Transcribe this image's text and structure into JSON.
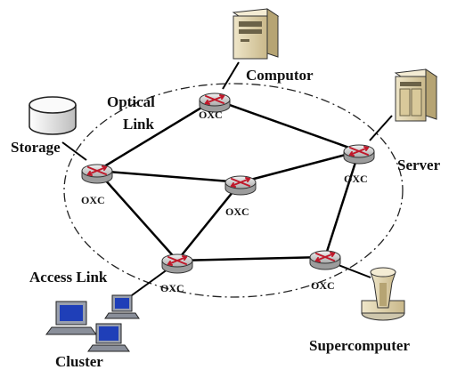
{
  "labels": {
    "optical_link_line1": "Optical",
    "optical_link_line2": "Link",
    "access_link": "Access Link",
    "storage": "Storage",
    "computor": "Computor",
    "server": "Server",
    "supercomputer": "Supercomputer",
    "cluster": "Cluster",
    "oxc": "OXC"
  },
  "nodes": [
    {
      "id": "oxc-top",
      "label": "OXC"
    },
    {
      "id": "oxc-left",
      "label": "OXC"
    },
    {
      "id": "oxc-center",
      "label": "OXC"
    },
    {
      "id": "oxc-right",
      "label": "OXC"
    },
    {
      "id": "oxc-bottom-left",
      "label": "OXC"
    },
    {
      "id": "oxc-bottom-right",
      "label": "OXC"
    }
  ],
  "links": [
    [
      "oxc-top",
      "oxc-left"
    ],
    [
      "oxc-top",
      "oxc-right"
    ],
    [
      "oxc-left",
      "oxc-center"
    ],
    [
      "oxc-left",
      "oxc-bottom-left"
    ],
    [
      "oxc-center",
      "oxc-right"
    ],
    [
      "oxc-center",
      "oxc-bottom-left"
    ],
    [
      "oxc-right",
      "oxc-bottom-right"
    ],
    [
      "oxc-bottom-left",
      "oxc-bottom-right"
    ]
  ],
  "colors": {
    "router_body": "#d6d6d6",
    "router_arrows": "#c0182a",
    "link": "#000000",
    "cluster_screen": "#1f3fb8"
  }
}
